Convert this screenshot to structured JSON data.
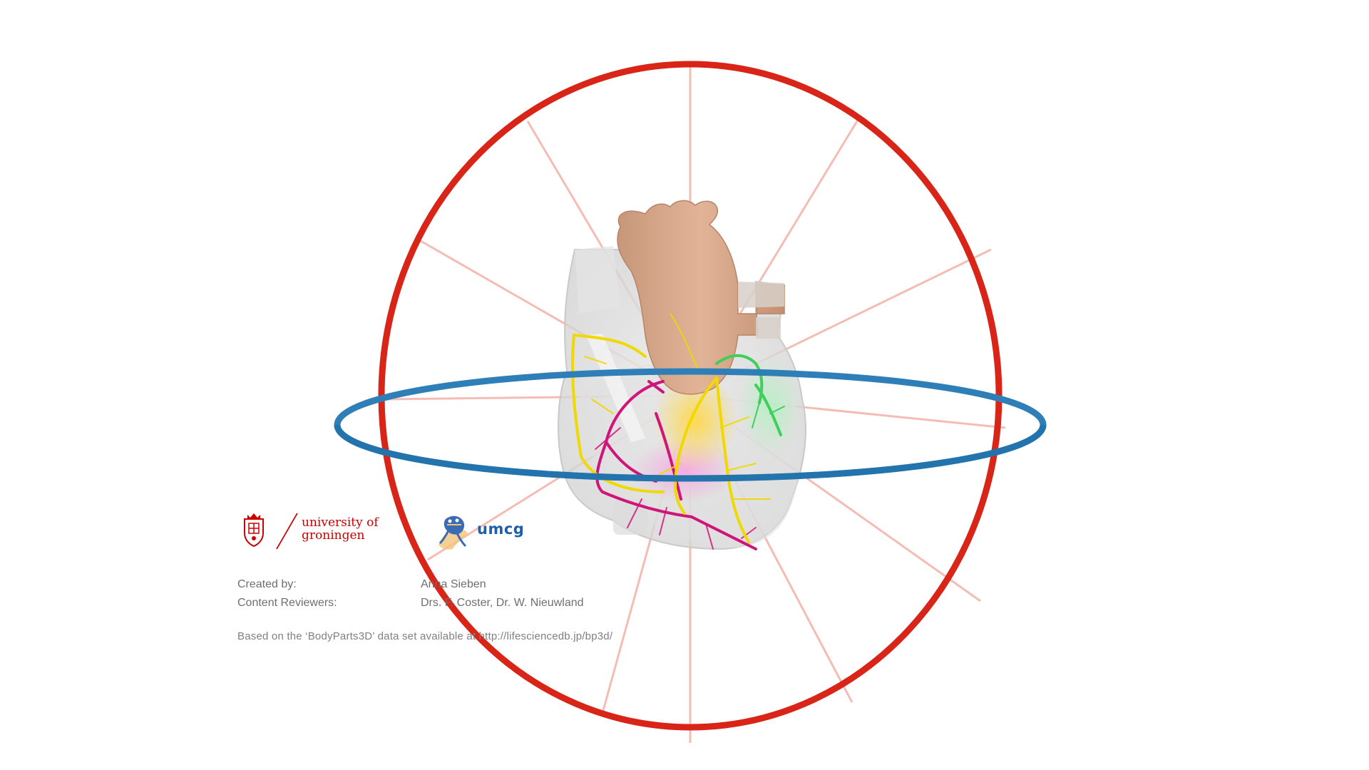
{
  "scene": {
    "description_color_ring_vertical": "#d92418",
    "description_color_ring_horizontal": "#2e7fb8",
    "spoke_color": "#f3b2a8",
    "heart_tissue_color": "#d9a788",
    "heart_body_color": "#dcdcdc",
    "vessel_colors": {
      "right_coronary": "#d0157a",
      "left_coronary": "#f0d800",
      "circumflex": "#3fcf5a"
    }
  },
  "logos": {
    "university": {
      "line1": "university of",
      "line2": "groningen",
      "brand_color": "#cc0000"
    },
    "umcg": {
      "text": "umcg",
      "brand_color": "#1f5fa8"
    }
  },
  "credits": {
    "created_by_label": "Created by:",
    "created_by_value": "Anna Sieben",
    "reviewers_label": "Content Reviewers:",
    "reviewers_value": "Drs. F. Coster, Dr. W. Nieuwland",
    "source_text": "Based on the ‘BodyParts3D’ data set available at http://lifesciencedb.jp/bp3d/"
  }
}
